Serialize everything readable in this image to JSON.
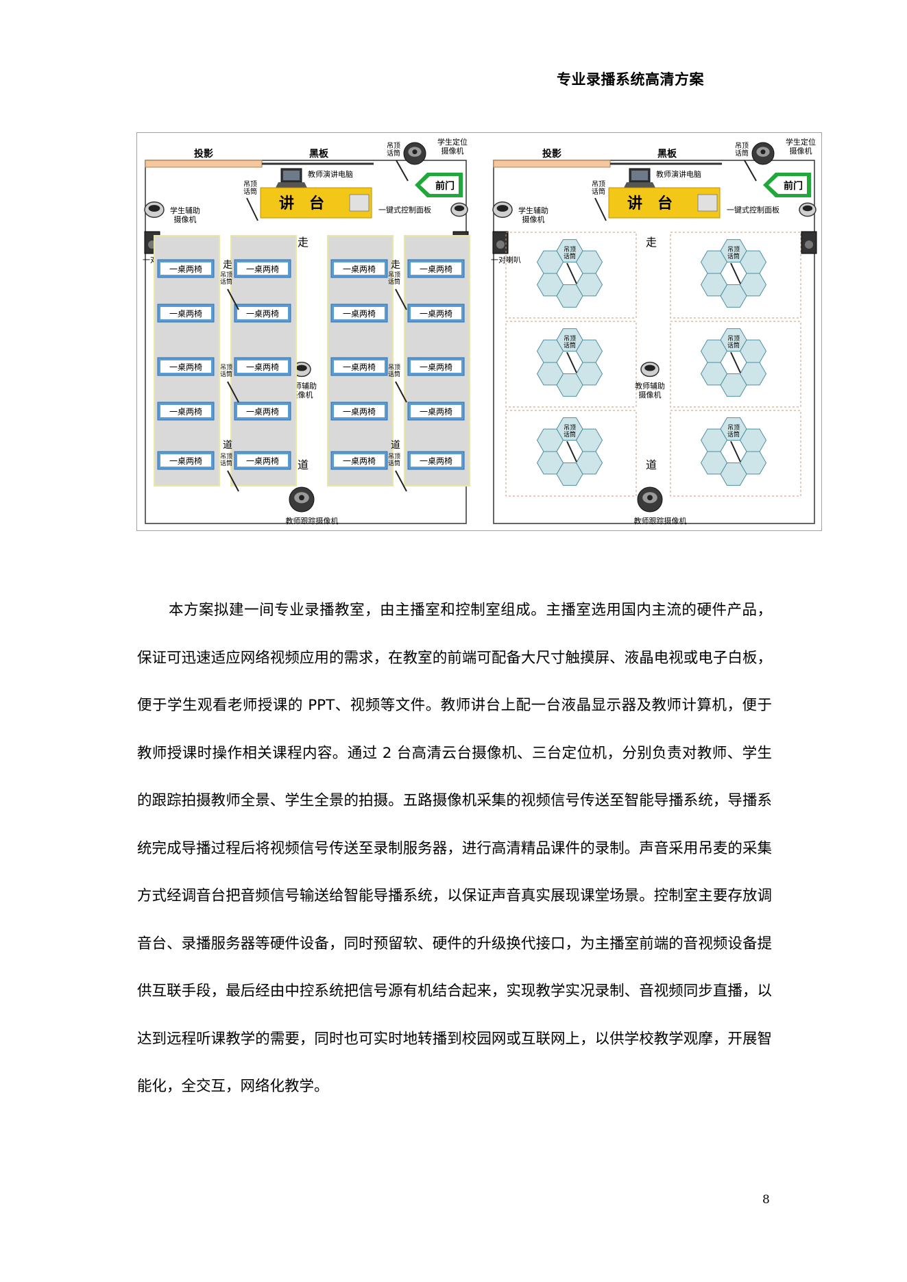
{
  "header": {
    "title": "专业录播系统高清方案"
  },
  "figure": {
    "left_plan": {
      "projection": "投影",
      "blackboard": "黑板",
      "mic": "吊顶话筒",
      "student_cam": "学生定位摄像机",
      "laptop": "教师演讲电脑",
      "front_door": "前门",
      "podium": "讲　台",
      "control_panel": "一键式控制面板",
      "student_assist_cam": "学生辅助摄像机",
      "speaker": "一对喇叭",
      "aisle_zou": "走",
      "aisle_dao": "道",
      "desk": "一桌两椅",
      "teacher_assist_cam": "教师辅助摄像机",
      "teacher_track_cam": "教师跟踪摄像机"
    },
    "right_plan": {
      "projection": "投影",
      "blackboard": "黑板",
      "mic": "吊顶话筒",
      "student_cam": "学生定位摄像机",
      "laptop": "教师演讲电脑",
      "front_door": "前门",
      "podium": "讲　台",
      "control_panel": "一键式控制面板",
      "student_assist_cam": "学生辅助摄像机",
      "speaker": "一对喇叭",
      "aisle_zou": "走",
      "aisle_dao": "道",
      "teacher_assist_cam": "教师辅助摄像机",
      "teacher_track_cam": "教师跟踪摄像机"
    }
  },
  "body": {
    "paragraph": "本方案拟建一间专业录播教室，由主播室和控制室组成。主播室选用国内主流的硬件产品，保证可迅速适应网络视频应用的需求，在教室的前端可配备大尺寸触摸屏、液晶电视或电子白板，便于学生观看老师授课的 PPT、视频等文件。教师讲台上配一台液晶显示器及教师计算机，便于教师授课时操作相关课程内容。通过 2 台高清云台摄像机、三台定位机，分别负责对教师、学生的跟踪拍摄教师全景、学生全景的拍摄。五路摄像机采集的视频信号传送至智能导播系统，导播系统完成导播过程后将视频信号传送至录制服务器，进行高清精品课件的录制。声音采用吊麦的采集方式经调音台把音频信号输送给智能导播系统，以保证声音真实展现课堂场景。控制室主要存放调音台、录播服务器等硬件设备，同时预留软、硬件的升级换代接口，为主播室前端的音视频设备提供互联手段，最后经由中控系统把信号源有机结合起来，实现教学实况录制、音视频同步直播，以达到远程听课教学的需要，同时也可实时地转播到校园网或互联网上，以供学校教学观摩，开展智能化，全交互，网络化教学。"
  },
  "footer": {
    "page_number": "8"
  },
  "colors": {
    "podium": "#f2c718",
    "projection": "#f4c79c",
    "desk": "#5b9bd5",
    "hex_fill": "#cde5e8",
    "door": "#1fa93b"
  }
}
